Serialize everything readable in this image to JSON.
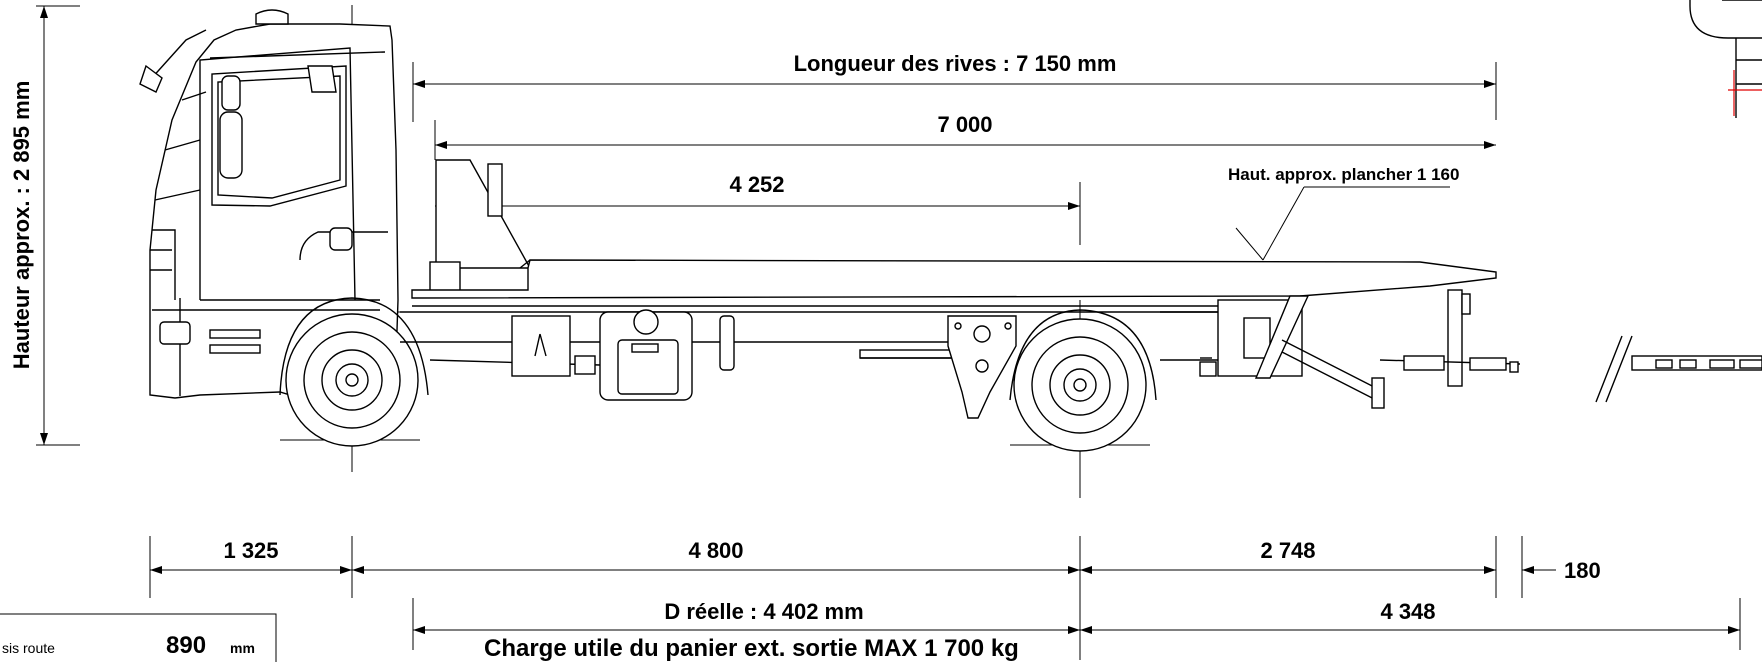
{
  "dimensions": {
    "longueur_rives": "Longueur des rives : 7 150 mm",
    "plateau": "7 000",
    "partial": "4 252",
    "plancher": "Haut. approx. plancher 1 160",
    "hauteur": "Hauteur approx. : 2 895 mm",
    "front_overhang": "1 325",
    "wheelbase": "4 800",
    "rear_overhang": "2 748",
    "extension": "180",
    "d_reelle": "D réelle : 4 402 mm",
    "rear_length": "4 348",
    "charge_utile": "Charge utile du panier ext. sortie MAX 1 700 kg"
  },
  "info_box": {
    "label": "sis route",
    "value": "890",
    "unit": "mm"
  }
}
